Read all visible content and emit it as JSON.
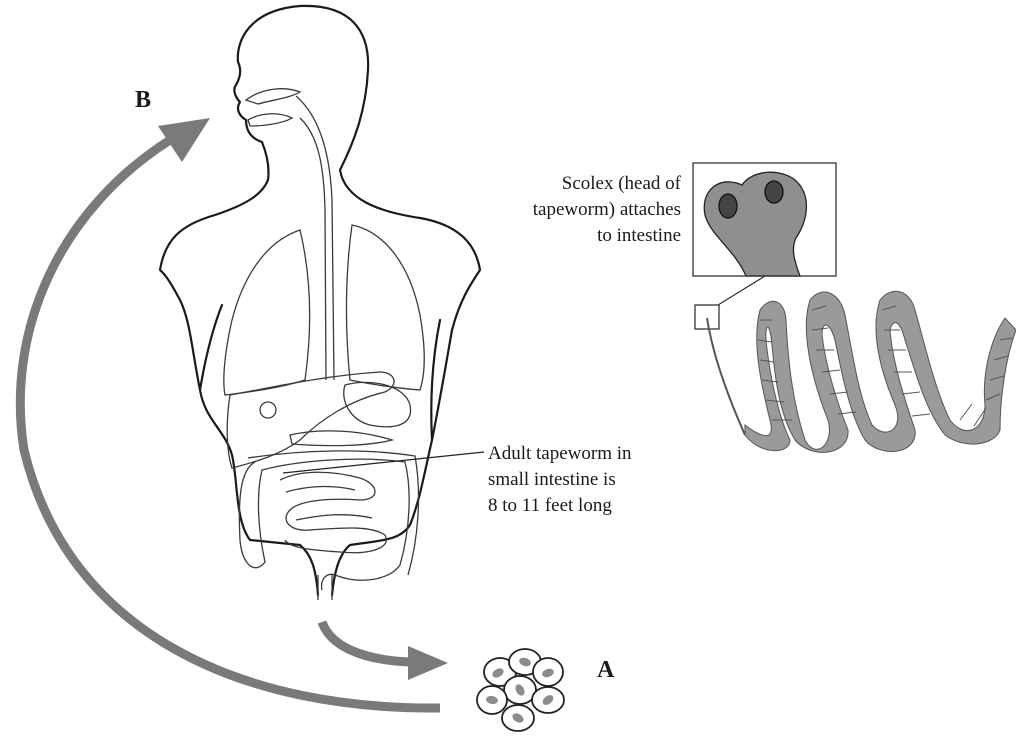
{
  "labels": {
    "b": "B",
    "a": "A",
    "scolex": [
      "Scolex (head of",
      "tapeworm) attaches",
      "to intestine"
    ],
    "adult": [
      "Adult tapeworm in",
      "small intestine is",
      "8 to 11 feet long"
    ]
  },
  "colors": {
    "arrow": "#7a7a7a",
    "scolex_fill": "#8f8f8f",
    "tapeworm_segment": "#9a9a9a",
    "egg_nucleus": "#8c8c8c"
  }
}
